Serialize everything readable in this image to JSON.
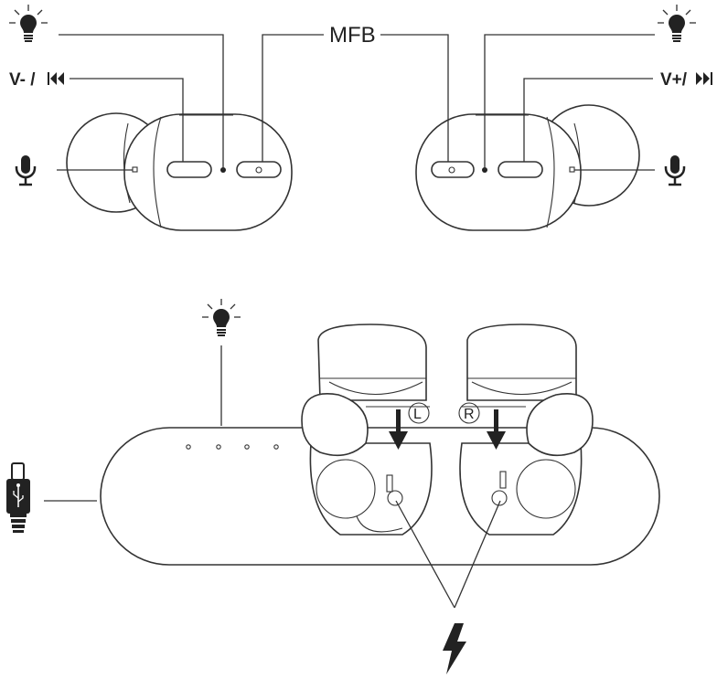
{
  "labels": {
    "mfb": "MFB",
    "vol_down_prev": "V- / ",
    "vol_up_next": "V+/ ",
    "left": "L",
    "right": "R"
  },
  "icons": [
    "led-light-icon",
    "microphone-icon",
    "previous-track-icon",
    "next-track-icon",
    "usb-c-connector-icon",
    "charging-bolt-icon",
    "insert-arrow-icon"
  ]
}
